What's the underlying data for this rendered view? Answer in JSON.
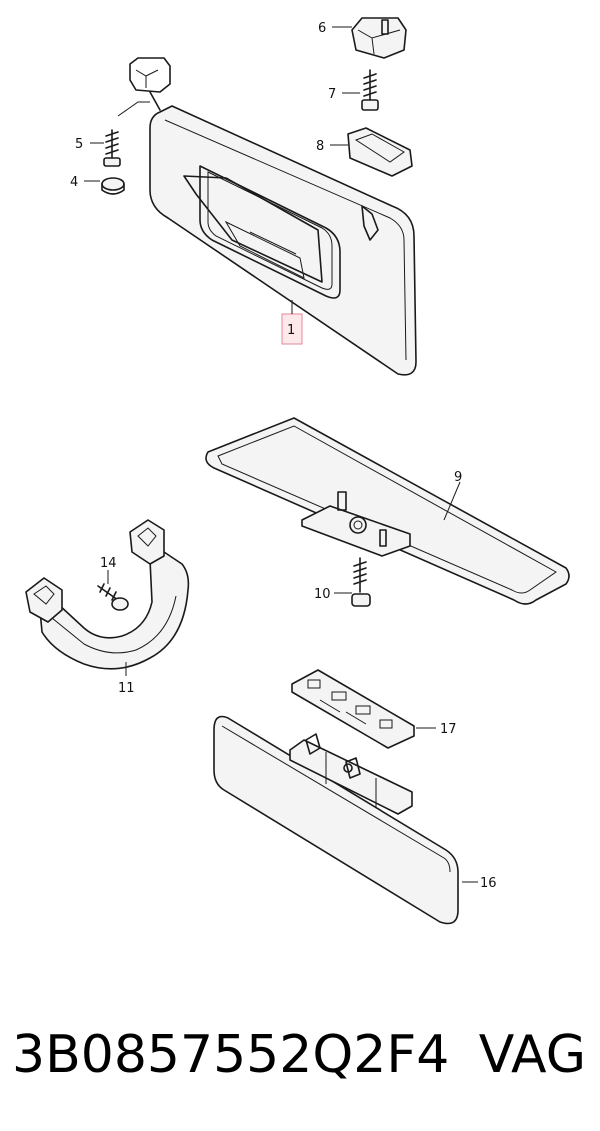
{
  "callouts": {
    "c1": "1",
    "c4": "4",
    "c5": "5",
    "c6": "6",
    "c7": "7",
    "c8": "8",
    "c9": "9",
    "c10": "10",
    "c11": "11",
    "c14": "14",
    "c16": "16",
    "c17": "17"
  },
  "highlighted_callout": "1",
  "caption": {
    "part_number": "3B0857552Q2F4",
    "brand": "VAG"
  }
}
